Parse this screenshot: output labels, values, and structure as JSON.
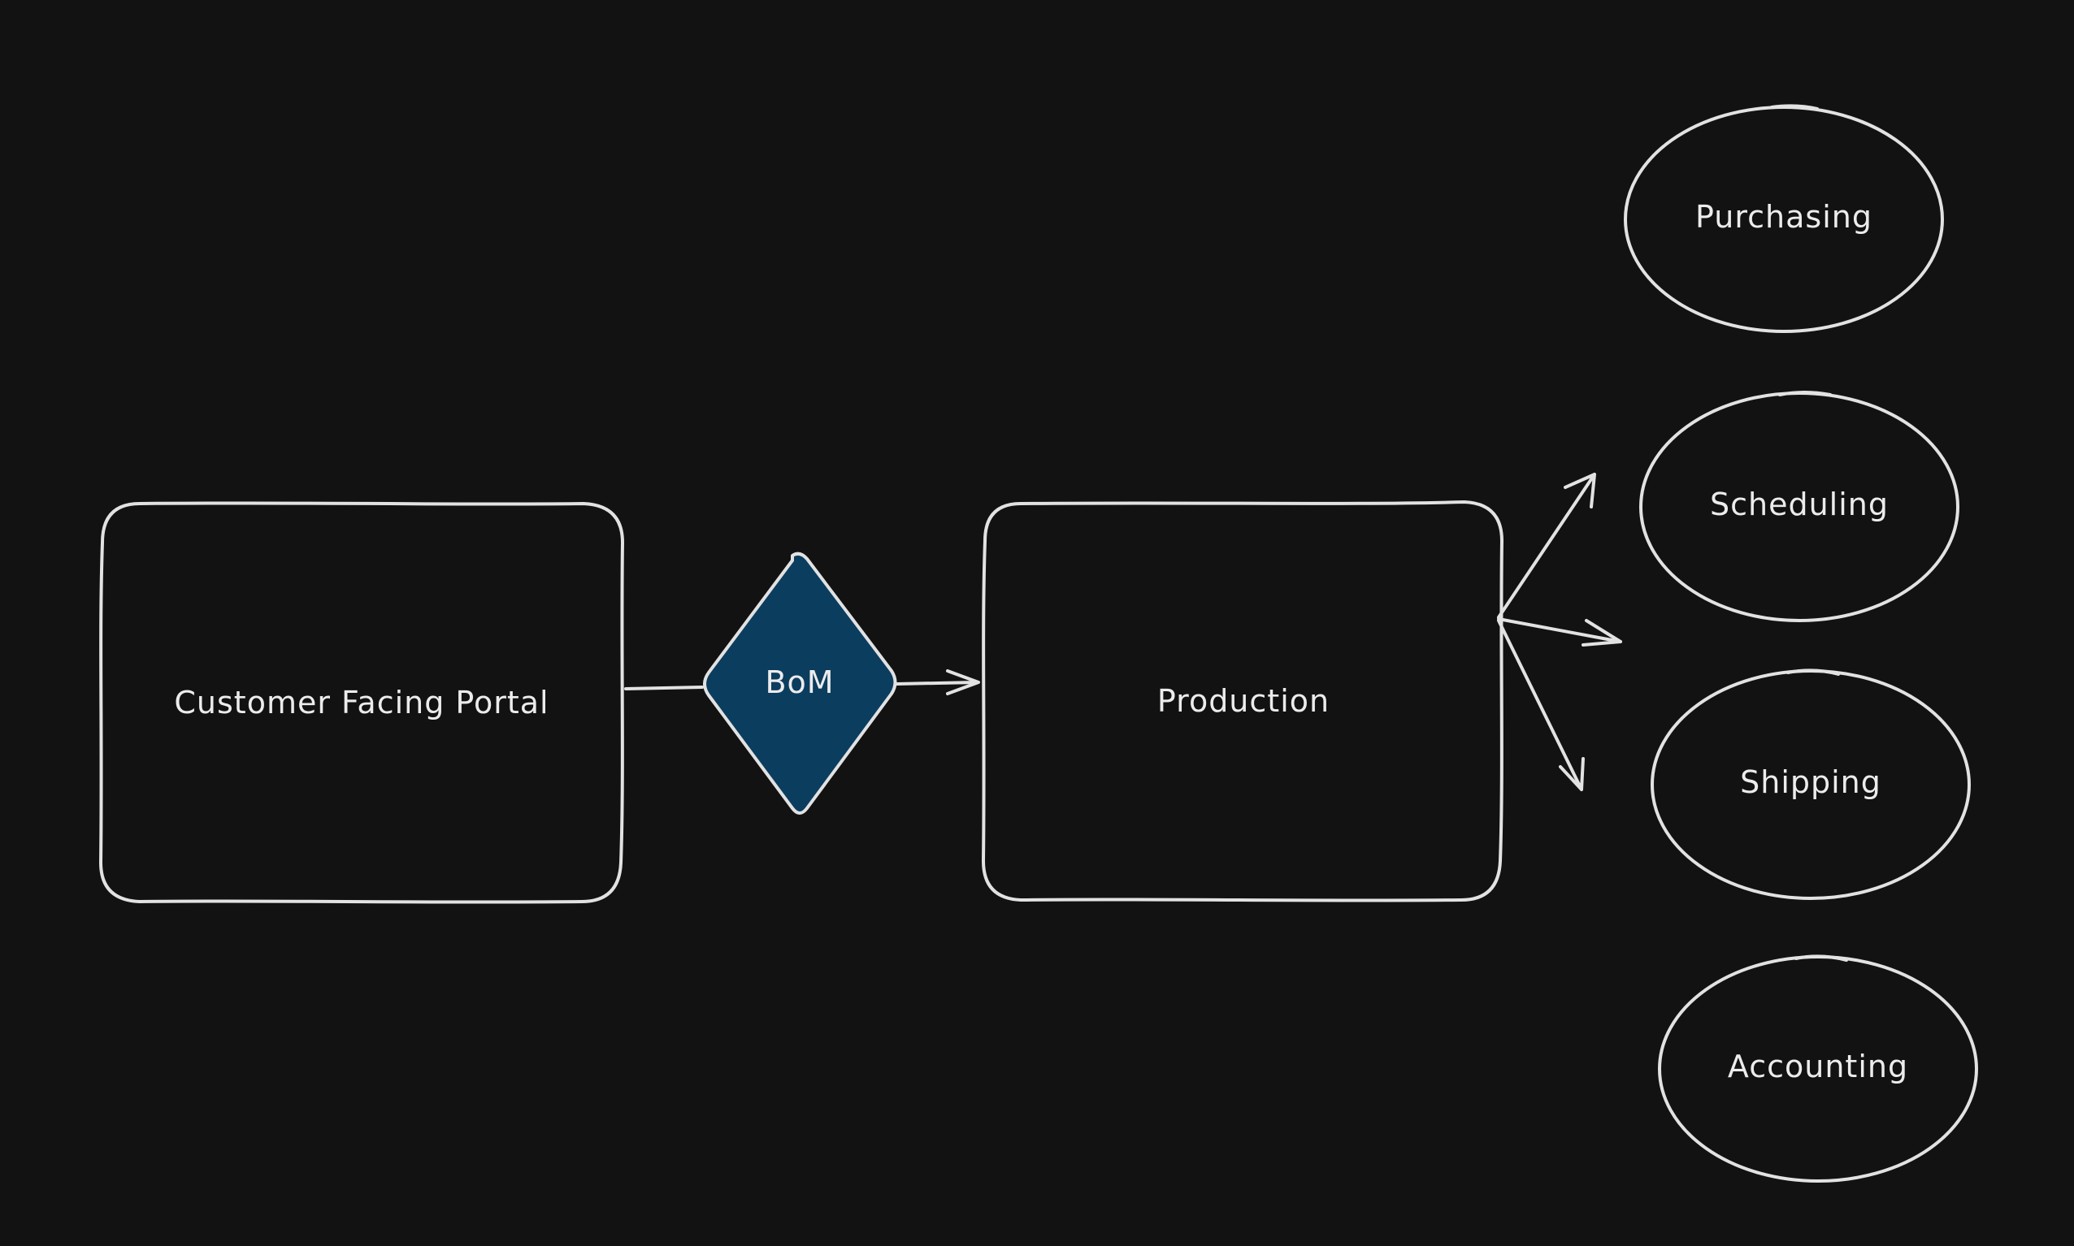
{
  "colors": {
    "background": "#121212",
    "stroke": "#e2e2e2",
    "text": "#ececec",
    "diamond_fill": "#0b3d5f"
  },
  "nodes": {
    "customer_portal": {
      "label": "Customer Facing Portal",
      "shape": "rounded-rectangle"
    },
    "bom": {
      "label": "BoM",
      "shape": "diamond"
    },
    "production": {
      "label": "Production",
      "shape": "rounded-rectangle"
    },
    "purchasing": {
      "label": "Purchasing",
      "shape": "ellipse"
    },
    "scheduling": {
      "label": "Scheduling",
      "shape": "ellipse"
    },
    "shipping": {
      "label": "Shipping",
      "shape": "ellipse"
    },
    "accounting": {
      "label": "Accounting",
      "shape": "ellipse"
    }
  },
  "edges": [
    {
      "from": "customer_portal",
      "to": "bom",
      "arrow": false
    },
    {
      "from": "bom",
      "to": "production",
      "arrow": true
    },
    {
      "from": "production",
      "to": "scheduling",
      "arrow": true
    },
    {
      "from": "production",
      "to": "scheduling",
      "arrow": true
    },
    {
      "from": "production",
      "to": "shipping",
      "arrow": true
    }
  ]
}
